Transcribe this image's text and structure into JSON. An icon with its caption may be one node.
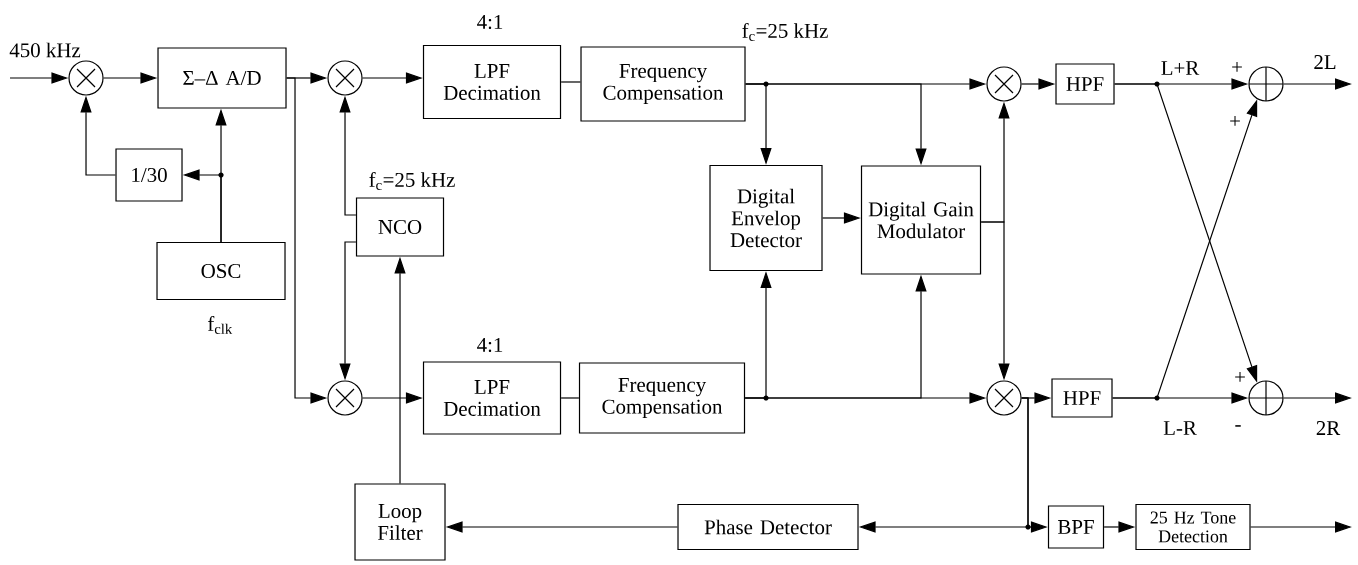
{
  "diagram": {
    "nodes": [
      {
        "text": [],
        "shape": "circle"
      },
      {
        "text": [
          "Σ–Δ A/D"
        ]
      },
      {
        "text": [
          "1/30"
        ]
      },
      {
        "text": [
          "OSC"
        ],
        "beside": [
          "f$_{clk}$"
        ]
      },
      {
        "text": [],
        "shape": "circle"
      },
      {
        "text": [
          "NCO"
        ],
        "beside": [
          "f$_{c}$=25 kHz"
        ]
      },
      {
        "text": [],
        "shape": "circle"
      },
      {
        "text": [
          "LPF Decimation"
        ],
        "beside": [
          "4:1"
        ]
      },
      {
        "text": [
          "Frequency Compensation"
        ]
      },
      {
        "text": [
          "Digital Envelop Detector"
        ]
      },
      {
        "text": [
          "Digital Gain Modulator"
        ]
      },
      {
        "text": [],
        "shape": "circle"
      },
      {
        "text": [
          "HPF"
        ]
      },
      {
        "text": [],
        "shape": "circle"
      },
      {
        "text": [
          "LPF Decimation"
        ],
        "beside": [
          "4:1"
        ]
      },
      {
        "text": [
          "Frequency Compensation"
        ]
      },
      {
        "text": [],
        "shape": "circle"
      },
      {
        "text": [
          "HPF"
        ]
      },
      {
        "text": [],
        "shape": "circle"
      },
      {
        "text": [
          "Loop Filter"
        ]
      },
      {
        "text": [
          "Phase Detector"
        ]
      },
      {
        "text": [
          "BPF"
        ]
      },
      {
        "text": [
          "25 Hz Tone Detection"
        ]
      }
    ],
    "edges": [
      {
        "from": null,
        "to": 0,
        "arrow": "to",
        "label": "450 kHz"
      },
      {
        "from": 0,
        "to": 1,
        "arrow": "to"
      },
      {
        "from": 2,
        "to": 0,
        "arrow": "to"
      },
      {
        "from": 3,
        "to": 1,
        "arrow": "to"
      },
      {
        "from": 3,
        "to": 2,
        "arrow": "to"
      },
      {
        "from": 1,
        "to": 4,
        "arrow": "to"
      },
      {
        "from": 1,
        "to": 6,
        "arrow": "to"
      },
      {
        "from": 5,
        "to": 4,
        "arrow": "to"
      },
      {
        "from": 5,
        "to": 6,
        "arrow": "to"
      },
      {
        "from": 4,
        "to": 7,
        "arrow": "to"
      },
      {
        "from": 6,
        "to": 14,
        "arrow": "to"
      },
      {
        "from": 19,
        "to": 5,
        "arrow": "to"
      },
      {
        "from": 7,
        "to": 8,
        "arrow": "none"
      },
      {
        "from": 14,
        "to": 15,
        "arrow": "none"
      },
      {
        "from": 8,
        "to": 11,
        "arrow": "to"
      },
      {
        "from": 8,
        "to": 9,
        "arrow": "to"
      },
      {
        "from": 8,
        "to": 10,
        "arrow": "to"
      },
      {
        "from": 15,
        "to": 16,
        "arrow": "to"
      },
      {
        "from": 15,
        "to": 9,
        "arrow": "to"
      },
      {
        "from": 15,
        "to": 10,
        "arrow": "to"
      },
      {
        "from": 9,
        "to": 10,
        "arrow": "to"
      },
      {
        "from": 10,
        "to": 11,
        "arrow": "to"
      },
      {
        "from": 10,
        "to": 16,
        "arrow": "to"
      },
      {
        "from": 11,
        "to": 12,
        "arrow": "to"
      },
      {
        "from": 16,
        "to": 17,
        "arrow": "to"
      },
      {
        "from": 12,
        "to": 13,
        "arrow": "to"
      },
      {
        "from": 12,
        "to": 18,
        "arrow": "to"
      },
      {
        "from": 17,
        "to": 18,
        "arrow": "to"
      },
      {
        "from": 17,
        "to": 13,
        "arrow": "to"
      },
      {
        "from": 13,
        "to": null,
        "arrow": "to",
        "label": "2L"
      },
      {
        "from": 18,
        "to": null,
        "arrow": "to",
        "label": "2R"
      },
      {
        "from": 16,
        "to": 21,
        "arrow": "to"
      },
      {
        "from": 16,
        "to": 20,
        "arrow": "to"
      },
      {
        "from": 20,
        "to": 19,
        "arrow": "to"
      },
      {
        "from": 21,
        "to": 22,
        "arrow": "to"
      },
      {
        "from": 22,
        "to": null,
        "arrow": "to"
      }
    ],
    "labels": [
      "f$_{c}$=25 kHz",
      "L+R",
      "+",
      "+",
      "+",
      "L-R",
      "-"
    ]
  }
}
